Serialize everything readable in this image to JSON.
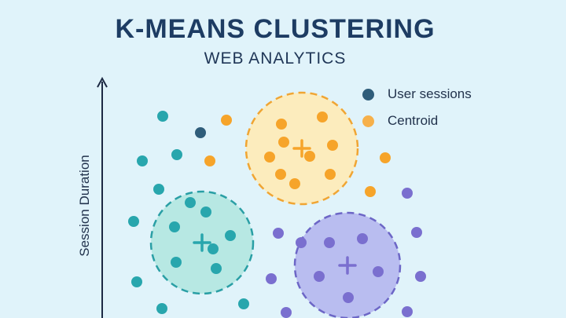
{
  "title": "K-MEANS CLUSTERING",
  "subtitle": "WEB ANALYTICS",
  "y_axis_label": "Session Duration",
  "legend": [
    {
      "label": "User sessions",
      "color": "#2f5d7a"
    },
    {
      "label": "Centroid",
      "color": "#f6b04a"
    }
  ],
  "colors": {
    "background": "#e0f3fa",
    "teal": "#28a6ad",
    "orange": "#f6a42a",
    "purple": "#7a6fcf",
    "dark_point": "#2f5d7a",
    "axis": "#1d2a44"
  },
  "clusters": [
    {
      "name": "teal",
      "fill": "#b7e8e3",
      "stroke": "#2a9fa5",
      "point": "#28a6ad"
    },
    {
      "name": "orange",
      "fill": "#fcecbd",
      "stroke": "#f0a533",
      "point": "#f6a42a"
    },
    {
      "name": "purple",
      "fill": "#b9bdf0",
      "stroke": "#6c66c6",
      "point": "#7a6fcf"
    }
  ]
}
